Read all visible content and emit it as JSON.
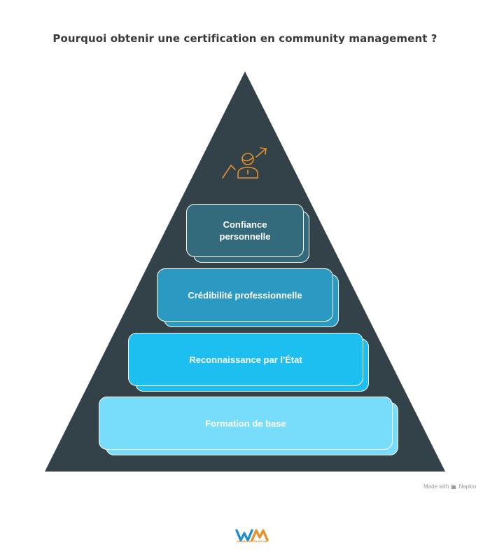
{
  "title": "Pourquoi obtenir une certification en community management ?",
  "tiers": [
    {
      "label": "Confiance personnelle",
      "color": "#336b7d",
      "shadow_color": "#336b7d"
    },
    {
      "label": "Crédibilité professionnelle",
      "color": "#2b9ac2",
      "shadow_color": "#2b9ac2"
    },
    {
      "label": "Reconnaissance par l'État",
      "color": "#1cbff0",
      "shadow_color": "#1cbff0"
    },
    {
      "label": "Formation de base",
      "color": "#78dcfb",
      "shadow_color": "#78dcfb"
    }
  ],
  "colors": {
    "pyramid": "#334149",
    "icon": "#e8912a",
    "title": "#3a3a3a"
  },
  "icons": {
    "apex": "person-growth-icon",
    "brand": "napkin-icon",
    "footer": "company-logo"
  },
  "footer": {
    "made_with": "Made with",
    "brand": "Napkin",
    "logo_caption": "WEBMARKETING&COM"
  }
}
